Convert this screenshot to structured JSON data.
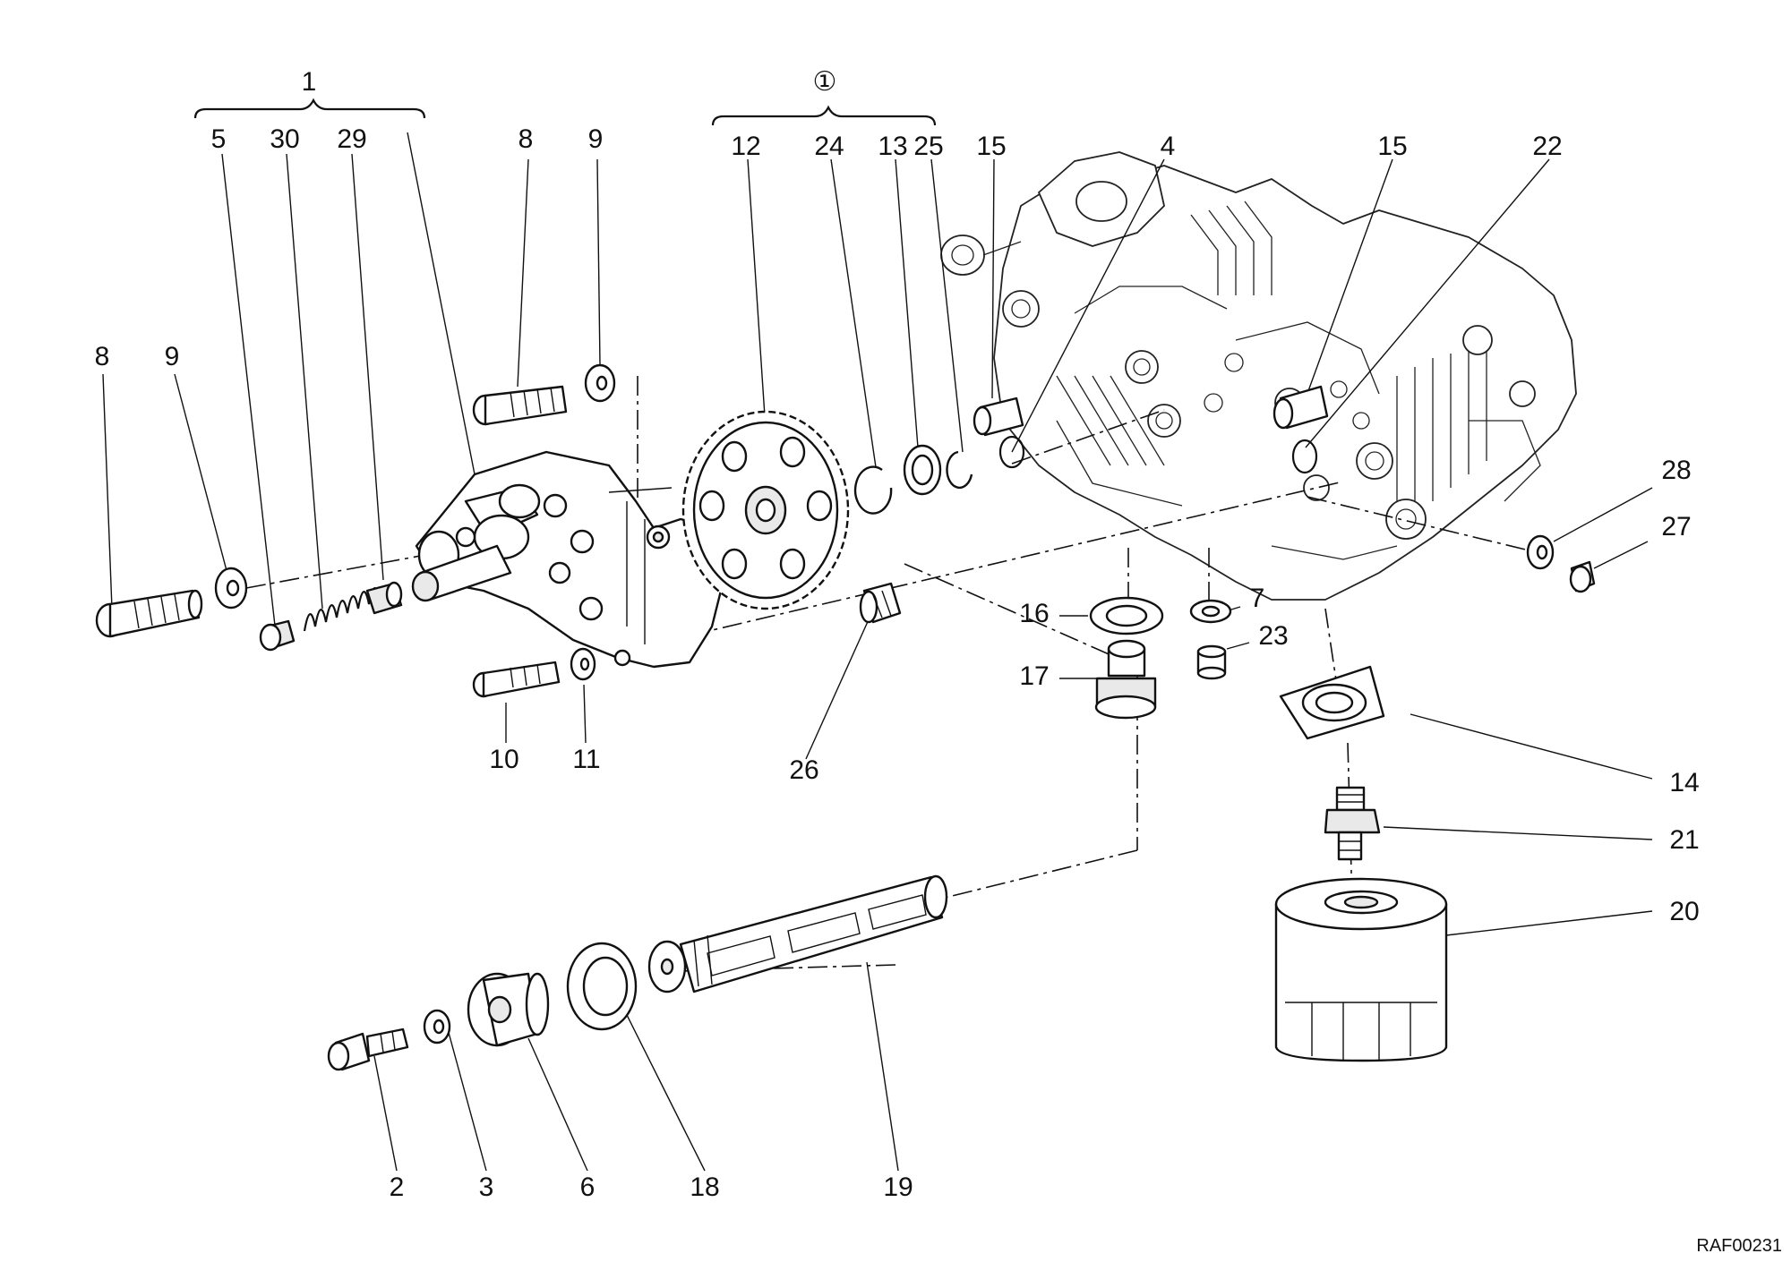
{
  "diagram": {
    "reference_code": "RAF00231",
    "group_labels": [
      {
        "id": "group-1",
        "text": "1"
      },
      {
        "id": "group-circled-1",
        "text": "①"
      }
    ],
    "part_labels": [
      {
        "id": "p5",
        "text": "5"
      },
      {
        "id": "p30",
        "text": "30"
      },
      {
        "id": "p29",
        "text": "29"
      },
      {
        "id": "p8-top",
        "text": "8"
      },
      {
        "id": "p9-top",
        "text": "9"
      },
      {
        "id": "p12",
        "text": "12"
      },
      {
        "id": "p24",
        "text": "24"
      },
      {
        "id": "p13",
        "text": "13"
      },
      {
        "id": "p25",
        "text": "25"
      },
      {
        "id": "p15-left",
        "text": "15"
      },
      {
        "id": "p4",
        "text": "4"
      },
      {
        "id": "p15-right",
        "text": "15"
      },
      {
        "id": "p22",
        "text": "22"
      },
      {
        "id": "p8-left",
        "text": "8"
      },
      {
        "id": "p9-left",
        "text": "9"
      },
      {
        "id": "p28",
        "text": "28"
      },
      {
        "id": "p27",
        "text": "27"
      },
      {
        "id": "p16",
        "text": "16"
      },
      {
        "id": "p7",
        "text": "7"
      },
      {
        "id": "p23",
        "text": "23"
      },
      {
        "id": "p17",
        "text": "17"
      },
      {
        "id": "p10",
        "text": "10"
      },
      {
        "id": "p11",
        "text": "11"
      },
      {
        "id": "p26",
        "text": "26"
      },
      {
        "id": "p14",
        "text": "14"
      },
      {
        "id": "p21",
        "text": "21"
      },
      {
        "id": "p20",
        "text": "20"
      },
      {
        "id": "p2",
        "text": "2"
      },
      {
        "id": "p3",
        "text": "3"
      },
      {
        "id": "p6",
        "text": "6"
      },
      {
        "id": "p18",
        "text": "18"
      },
      {
        "id": "p19",
        "text": "19"
      }
    ]
  }
}
